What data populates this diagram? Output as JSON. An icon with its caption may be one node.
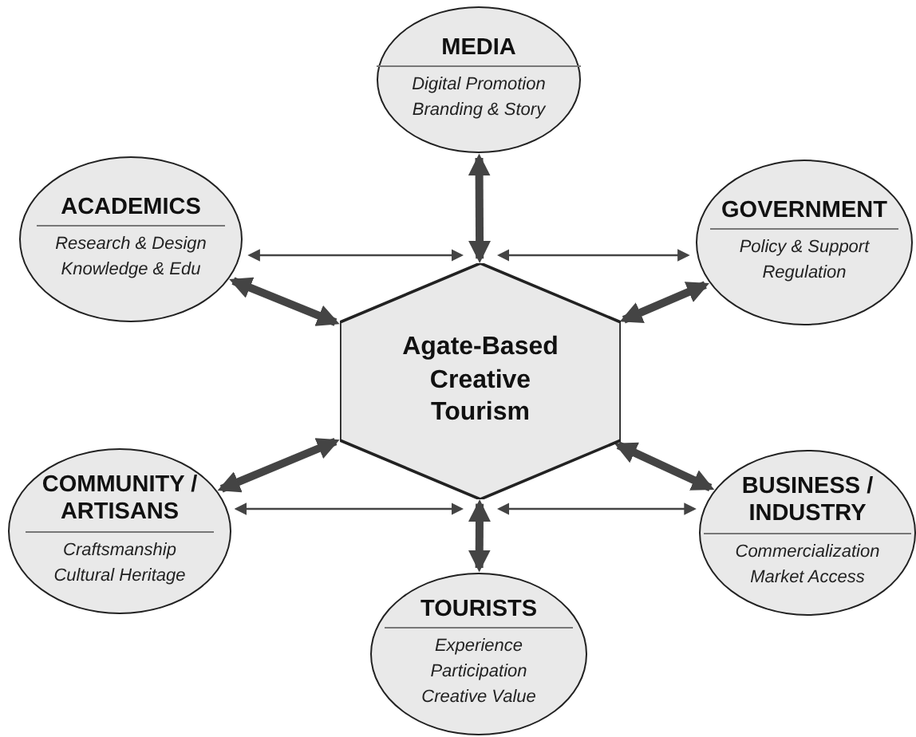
{
  "diagram": {
    "nodes": [
      {
        "text": [
          "Agate-Based Creative Tourism"
        ]
      },
      {
        "text": [
          "MEDIA",
          "Digital Promotion Branding & Story"
        ]
      },
      {
        "text": [
          "ACADEMICS",
          "Research & Design Knowledge & Edu"
        ]
      },
      {
        "text": [
          "GOVERNMENT",
          "Policy & Support Regulation"
        ]
      },
      {
        "text": [
          "COMMUNITY / ARTISANS",
          "Craftsmanship Cultural Heritage"
        ]
      },
      {
        "text": [
          "BUSINESS / INDUSTRY",
          "Commercialization Market Access"
        ]
      },
      {
        "text": [
          "TOURISTS",
          "Experience Participation Creative Value"
        ]
      }
    ],
    "edges": [
      {
        "from": 1,
        "to": 0,
        "arrow": "both"
      },
      {
        "from": 2,
        "to": 0,
        "arrow": "both"
      },
      {
        "from": 3,
        "to": 0,
        "arrow": "both"
      },
      {
        "from": 4,
        "to": 0,
        "arrow": "both"
      },
      {
        "from": 5,
        "to": 0,
        "arrow": "both"
      },
      {
        "from": 6,
        "to": 0,
        "arrow": "both"
      },
      {
        "from": 2,
        "to": 0,
        "arrow": "both"
      },
      {
        "from": 3,
        "to": 0,
        "arrow": "both"
      },
      {
        "from": 4,
        "to": 0,
        "arrow": "both"
      },
      {
        "from": 5,
        "to": 0,
        "arrow": "both"
      }
    ]
  }
}
